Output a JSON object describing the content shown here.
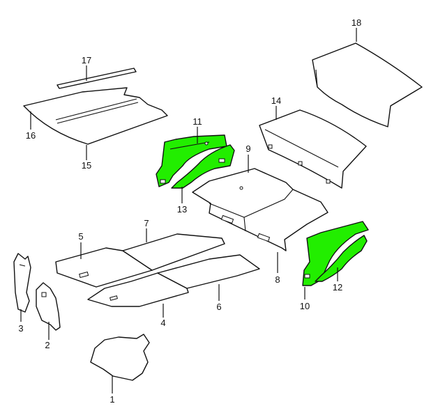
{
  "diagram": {
    "highlight_color": "#22ee00",
    "highlighted_parts": [
      "10",
      "11",
      "12",
      "13"
    ],
    "callouts": {
      "p1": "1",
      "p2": "2",
      "p3": "3",
      "p4": "4",
      "p5": "5",
      "p6": "6",
      "p7": "7",
      "p8": "8",
      "p9": "9",
      "p10": "10",
      "p11": "11",
      "p12": "12",
      "p13": "13",
      "p14": "14",
      "p15": "15",
      "p16": "16",
      "p17": "17",
      "p18": "18"
    }
  }
}
